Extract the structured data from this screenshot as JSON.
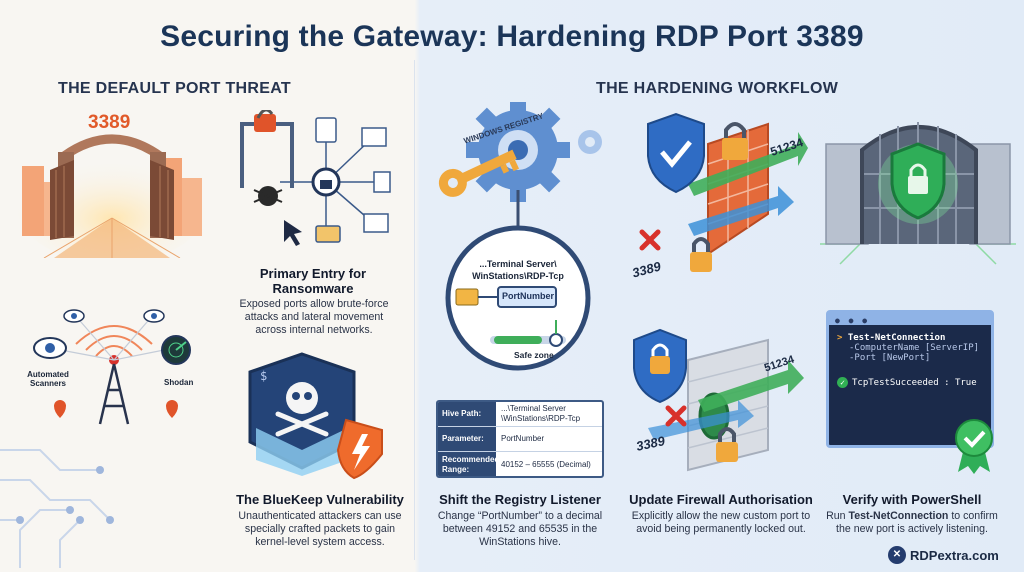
{
  "title": "Securing the Gateway: Hardening RDP Port 3389",
  "left_section": {
    "heading": "THE DEFAULT PORT THREAT",
    "port_label": "3389",
    "scanner_label": "Automated Scanners",
    "shodan_label": "Shodan",
    "ransomware": {
      "title": "Primary Entry for Ransomware",
      "body": "Exposed ports allow brute-force attacks and lateral movement across internal networks."
    },
    "bluekeep": {
      "title": "The BlueKeep Vulnerability",
      "body": "Unauthenticated attackers can use specially crafted packets to gain kernel-level system access."
    }
  },
  "right_section": {
    "heading": "THE HARDENING WORKFLOW",
    "registry": {
      "arc_label": "WINDOWS REGISTRY",
      "path_line1": "...Terminal Server\\",
      "path_line2": "WinStations\\RDP-Tcp",
      "port_number_label": "PortNumber",
      "safe_zone_label": "Safe zone",
      "table": [
        {
          "key": "Hive Path:",
          "value": "...\\Terminal Server \\WinStations\\RDP-Tcp"
        },
        {
          "key": "Parameter:",
          "value": "PortNumber"
        },
        {
          "key": "Recommended Range:",
          "value": "40152 – 65555 (Decimal)"
        }
      ],
      "title": "Shift the Registry Listener",
      "body": "Change “PortNumber” to a decimal between 49152 and 65535 in the WinStations hive."
    },
    "firewall": {
      "new_port_label": "51234",
      "old_port_label": "3389",
      "title": "Update Firewall Authorisation",
      "body": "Explicitly allow the new custom port to avoid being permanently locked out."
    },
    "powershell": {
      "prompt": ">",
      "cmd": "Test-NetConnection",
      "arg1": "-ComputerName [ServerIP]",
      "arg2": "-Port [NewPort]",
      "result": "TcpTestSucceeded : True",
      "title": "Verify with PowerShell",
      "body_pre": "Run ",
      "body_cmd": "Test-NetConnection",
      "body_post": " to confirm the new port is actively listening."
    }
  },
  "brand": "RDPextra.com",
  "colors": {
    "navy": "#1b3558",
    "orange": "#e8642c",
    "green": "#31b054",
    "red": "#d8312b",
    "blue": "#3d7fd6"
  }
}
